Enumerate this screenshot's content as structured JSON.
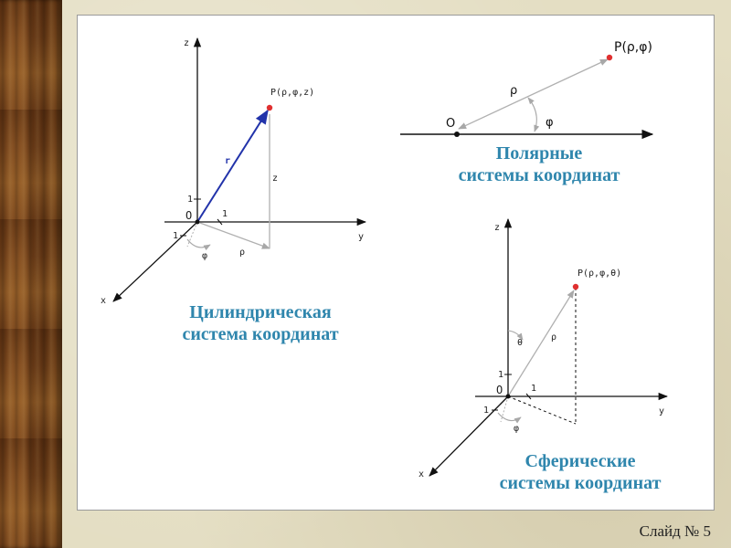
{
  "captions": {
    "polar_line1": "Полярные",
    "polar_line2": "системы координат",
    "cyl_line1": "Цилиндрическая",
    "cyl_line2": "система координат",
    "sph_line1": "Сферические",
    "sph_line2": "системы координат"
  },
  "cylindrical": {
    "point_label": "P(ρ,φ,z)",
    "axis_z": "z",
    "axis_y": "y",
    "axis_x": "x",
    "origin": "O",
    "vec_r": "r",
    "seg_z": "z",
    "rho": "ρ",
    "phi": "φ",
    "tick_z": "1",
    "tick_y": "1",
    "tick_x": "1"
  },
  "polar": {
    "point_label": "P(ρ,φ)",
    "origin": "O",
    "rho": "ρ",
    "phi": "φ"
  },
  "spherical": {
    "point_label": "P(ρ,φ,θ)",
    "axis_z": "z",
    "axis_y": "y",
    "axis_x": "x",
    "origin": "O",
    "theta": "θ",
    "rho": "ρ",
    "phi": "φ",
    "tick_z": "1",
    "tick_y": "1",
    "tick_x": "1"
  },
  "footer": {
    "slide_label": "Слайд № 5"
  },
  "colors": {
    "caption": "#2f86ad",
    "point": "#e03030",
    "vector": "#2233aa",
    "grey_line": "#b0b0b0"
  }
}
